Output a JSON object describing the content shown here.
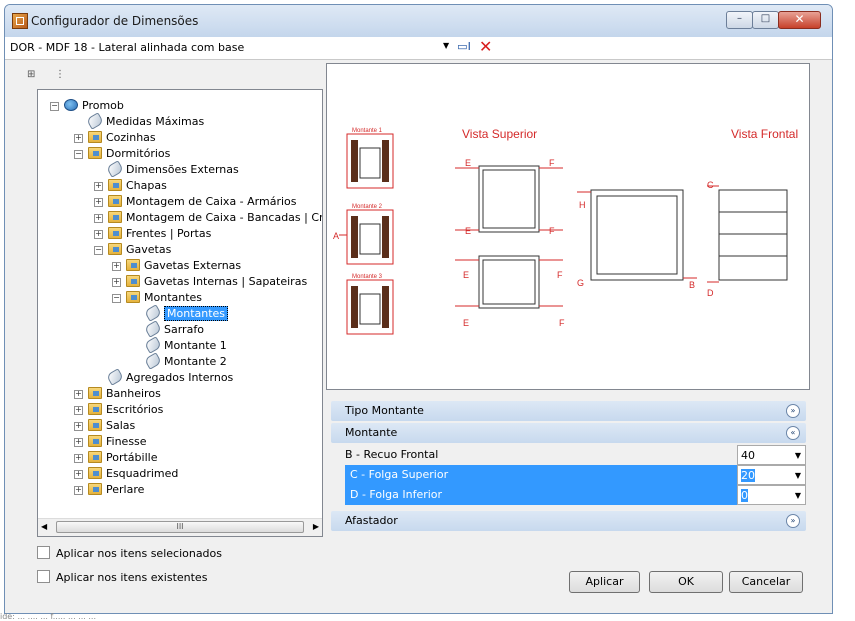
{
  "window": {
    "title": "Configurador de Dimensões",
    "minimize_glyph": "–",
    "maximize_glyph": "□",
    "close_glyph": "✕"
  },
  "toolbar": {
    "selected_item": "DOR - MDF 18 - Lateral alinhada com base",
    "icons": [
      "edit-icon",
      "delete-icon"
    ]
  },
  "tree": {
    "tools": [
      "expand-all-icon",
      "collapse-all-icon"
    ],
    "nodes": [
      {
        "label": "Promob",
        "icon": "globe",
        "expanded": true
      },
      {
        "label": "Medidas Máximas",
        "icon": "tag"
      },
      {
        "label": "Cozinhas",
        "icon": "folder",
        "expanded": false
      },
      {
        "label": "Dormitórios",
        "icon": "folder",
        "expanded": true
      },
      {
        "label": "Dimensões Externas",
        "icon": "tag"
      },
      {
        "label": "Chapas",
        "icon": "folder",
        "expanded": false
      },
      {
        "label": "Montagem de Caixa - Armários",
        "icon": "folder",
        "expanded": false
      },
      {
        "label": "Montagem de Caixa - Bancadas | Criados",
        "icon": "folder",
        "expanded": false
      },
      {
        "label": "Frentes | Portas",
        "icon": "folder",
        "expanded": false
      },
      {
        "label": "Gavetas",
        "icon": "folder",
        "expanded": true
      },
      {
        "label": "Gavetas Externas",
        "icon": "folder",
        "expanded": false
      },
      {
        "label": "Gavetas Internas | Sapateiras",
        "icon": "folder",
        "expanded": false
      },
      {
        "label": "Montantes",
        "icon": "folder",
        "expanded": true
      },
      {
        "label": "Montantes",
        "icon": "tag",
        "selected": true
      },
      {
        "label": "Sarrafo",
        "icon": "tag"
      },
      {
        "label": "Montante 1",
        "icon": "tag"
      },
      {
        "label": "Montante 2",
        "icon": "tag"
      },
      {
        "label": "Agregados Internos",
        "icon": "tag"
      },
      {
        "label": "Banheiros",
        "icon": "folder",
        "expanded": false
      },
      {
        "label": "Escritórios",
        "icon": "folder",
        "expanded": false
      },
      {
        "label": "Salas",
        "icon": "folder",
        "expanded": false
      },
      {
        "label": "Finesse",
        "icon": "folder",
        "expanded": false
      },
      {
        "label": "Portábille",
        "icon": "folder",
        "expanded": false
      },
      {
        "label": "Esquadrimed",
        "icon": "folder",
        "expanded": false
      },
      {
        "label": "Perlare",
        "icon": "folder",
        "expanded": false
      }
    ],
    "expand_glyph": "+",
    "collapse_glyph": "−",
    "scroll_thumb": "III"
  },
  "preview": {
    "montante1": "Montante 1",
    "montante2": "Montante 2",
    "montante3": "Montante 3",
    "vista_superior": "Vista Superior",
    "vista_frontal": "Vista Frontal",
    "letters": {
      "a": "A",
      "b": "B",
      "c": "C",
      "d": "D",
      "e": "E",
      "f": "F",
      "g": "G",
      "h": "H"
    },
    "accent": "#d42a2a",
    "wood": "#5a2e1a"
  },
  "properties": {
    "sections": [
      {
        "label": "Tipo Montante",
        "expanded": false
      },
      {
        "label": "Montante",
        "expanded": true
      },
      {
        "label": "Afastador",
        "expanded": false
      }
    ],
    "rows": [
      {
        "label": "B - Recuo Frontal",
        "value": "40",
        "selected": false
      },
      {
        "label": "C - Folga Superior",
        "value": "20",
        "selected": true
      },
      {
        "label": "D - Folga Inferior",
        "value": "0",
        "selected": true
      }
    ],
    "expand_chev": "»",
    "collapse_chev": "«",
    "dropdown_glyph": "▼"
  },
  "options": {
    "apply_selected": "Aplicar nos itens selecionados",
    "apply_existing": "Aplicar nos itens existentes"
  },
  "buttons": {
    "apply": "Aplicar",
    "ok": "OK",
    "cancel": "Cancelar"
  },
  "status": {
    "text": "ide: ... .... ... f..... ... ... ..."
  }
}
